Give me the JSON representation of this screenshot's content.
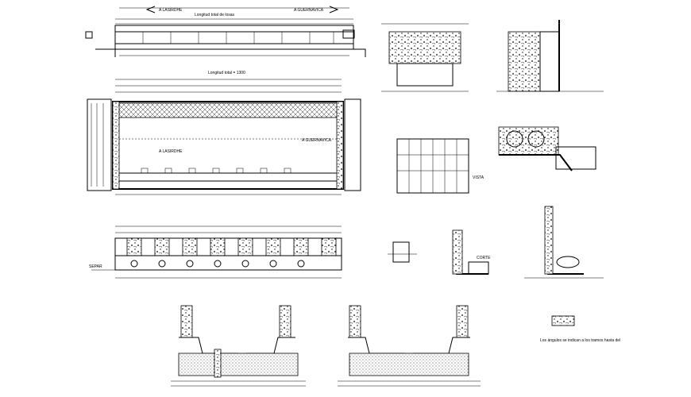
{
  "labels": {
    "dir_left": "A LASIRDHE",
    "dir_right": "A GUERNAVICA",
    "dir_mid": "A LASIRDHE",
    "dir_mid_right": "A GUERNAVICA",
    "total_length": "Longitud total = 1300",
    "top_length": "Longitud total de losas",
    "note_bottom": "Los ángulos se indican a los tramos hasta del",
    "separ": "SEPAR",
    "vista": "VISTA",
    "corte": "CORTE"
  },
  "icons": {
    "north": "arrow-left-icon",
    "south": "arrow-right-icon"
  }
}
